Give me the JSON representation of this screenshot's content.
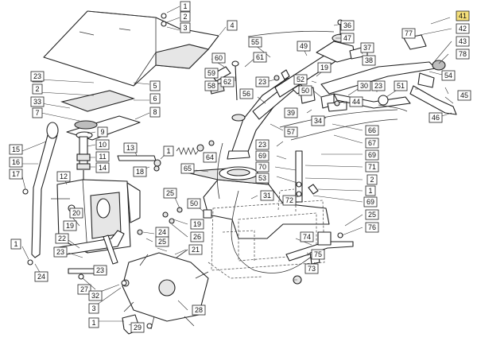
{
  "highlight_color": "#f5df7a",
  "highlighted_callout": "41",
  "callouts": [
    "1",
    "2",
    "3",
    "4",
    "1",
    "2",
    "5",
    "6",
    "7",
    "8",
    "33",
    "9",
    "10",
    "11",
    "14",
    "15",
    "16",
    "17",
    "12",
    "13",
    "1",
    "23",
    "18",
    "19",
    "20",
    "22",
    "23",
    "1",
    "24",
    "23",
    "27",
    "3",
    "32",
    "1",
    "29",
    "28",
    "21",
    "24",
    "25",
    "19",
    "26",
    "25",
    "50",
    "65",
    "64",
    "60",
    "61",
    "58",
    "59",
    "62",
    "55",
    "23",
    "56",
    "49",
    "19",
    "57",
    "23",
    "69",
    "70",
    "53",
    "52",
    "50",
    "39",
    "34",
    "36",
    "47",
    "37",
    "38",
    "77",
    "41",
    "42",
    "43",
    "78",
    "54",
    "51",
    "23",
    "30",
    "44",
    "45",
    "46",
    "66",
    "67",
    "69",
    "71",
    "2",
    "1",
    "69",
    "25",
    "76",
    "31",
    "72",
    "74",
    "73",
    "75"
  ]
}
